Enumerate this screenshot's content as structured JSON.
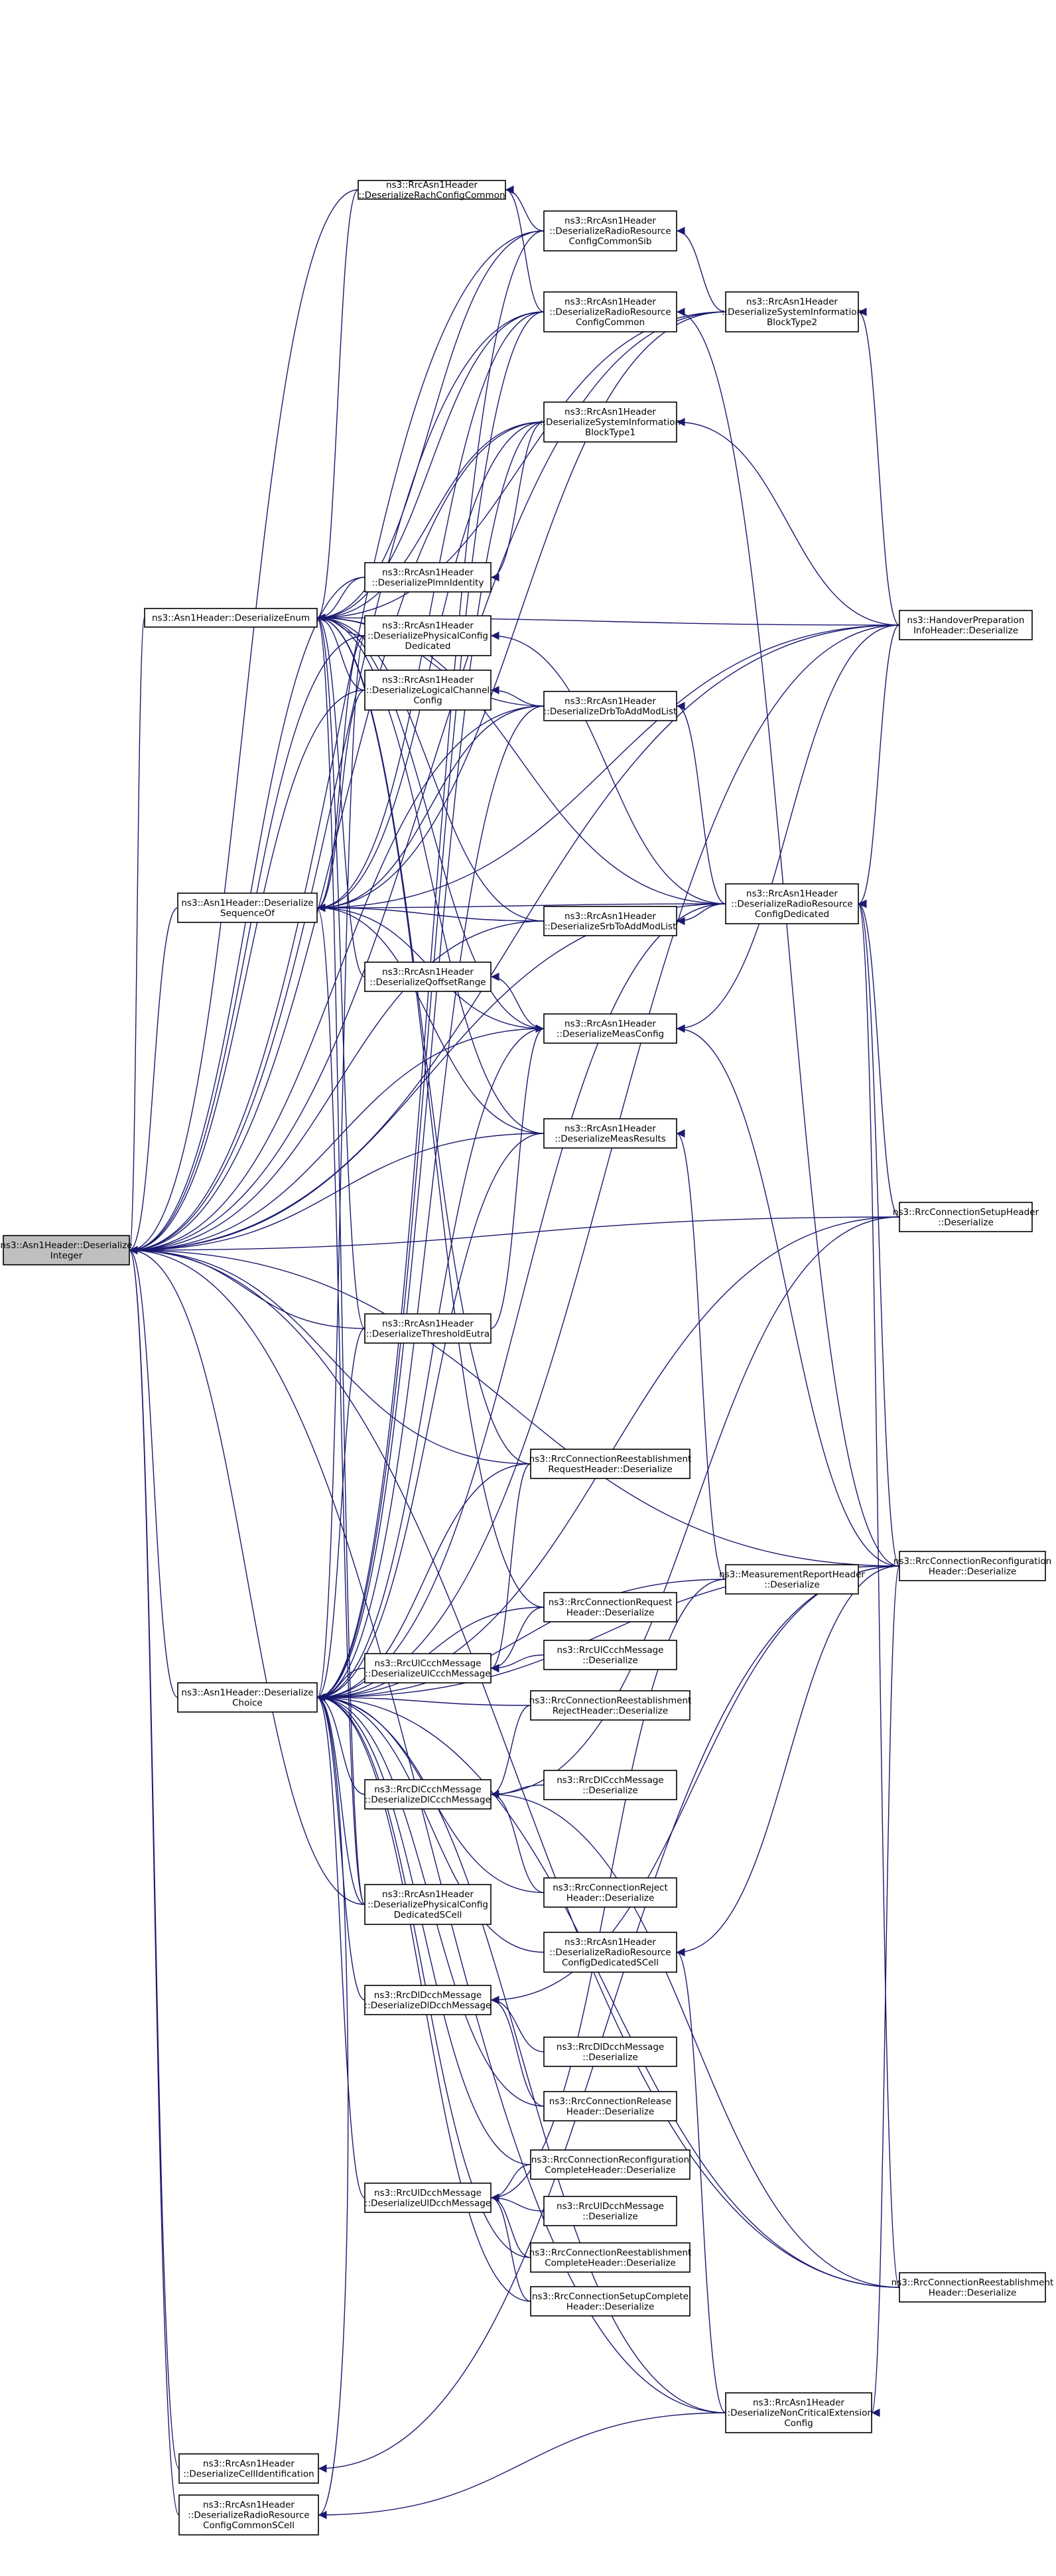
{
  "graph": {
    "type": "doxygen-caller-graph",
    "focus_node": "integer",
    "colors": {
      "edge": "#191970",
      "node_border": "#000000",
      "node_fill": "#ffffff",
      "focus_fill": "#bfbfbf"
    },
    "nodes": [
      {
        "id": "integer",
        "lines": [
          "ns3::Asn1Header::Deserialize",
          "Integer"
        ]
      },
      {
        "id": "enum",
        "lines": [
          "ns3::Asn1Header::DeserializeEnum"
        ]
      },
      {
        "id": "seqof",
        "lines": [
          "ns3::Asn1Header::Deserialize",
          "SequenceOf"
        ]
      },
      {
        "id": "choice",
        "lines": [
          "ns3::Asn1Header::Deserialize",
          "Choice"
        ]
      },
      {
        "id": "rach",
        "lines": [
          "ns3::RrcAsn1Header",
          "::DeserializeRachConfigCommon"
        ]
      },
      {
        "id": "rrccs",
        "lines": [
          "ns3::RrcAsn1Header",
          "::DeserializeRadioResource",
          "ConfigCommonSib"
        ]
      },
      {
        "id": "rrcc",
        "lines": [
          "ns3::RrcAsn1Header",
          "::DeserializeRadioResource",
          "ConfigCommon"
        ]
      },
      {
        "id": "sib2",
        "lines": [
          "ns3::RrcAsn1Header",
          "::DeserializeSystemInformation",
          "BlockType2"
        ]
      },
      {
        "id": "sib1",
        "lines": [
          "ns3::RrcAsn1Header",
          "::DeserializeSystemInformation",
          "BlockType1"
        ]
      },
      {
        "id": "plmn",
        "lines": [
          "ns3::RrcAsn1Header",
          "::DeserializePlmnIdentity"
        ]
      },
      {
        "id": "physd",
        "lines": [
          "ns3::RrcAsn1Header",
          "::DeserializePhysicalConfig",
          "Dedicated"
        ]
      },
      {
        "id": "logch",
        "lines": [
          "ns3::RrcAsn1Header",
          "::DeserializeLogicalChannel",
          "Config"
        ]
      },
      {
        "id": "drbadd",
        "lines": [
          "ns3::RrcAsn1Header",
          "::DeserializeDrbToAddModList"
        ]
      },
      {
        "id": "hoprep",
        "lines": [
          "ns3::HandoverPreparation",
          "InfoHeader::Deserialize"
        ]
      },
      {
        "id": "rrcded",
        "lines": [
          "ns3::RrcAsn1Header",
          "::DeserializeRadioResource",
          "ConfigDedicated"
        ]
      },
      {
        "id": "srbadd",
        "lines": [
          "ns3::RrcAsn1Header",
          "::DeserializeSrbToAddModList"
        ]
      },
      {
        "id": "qoff",
        "lines": [
          "ns3::RrcAsn1Header",
          "::DeserializeQoffsetRange"
        ]
      },
      {
        "id": "measconf",
        "lines": [
          "ns3::RrcAsn1Header",
          "::DeserializeMeasConfig"
        ]
      },
      {
        "id": "measres",
        "lines": [
          "ns3::RrcAsn1Header",
          "::DeserializeMeasResults"
        ]
      },
      {
        "id": "setup",
        "lines": [
          "ns3::RrcConnectionSetupHeader",
          "::Deserialize"
        ]
      },
      {
        "id": "thresh",
        "lines": [
          "ns3::RrcAsn1Header",
          "::DeserializeThresholdEutra"
        ]
      },
      {
        "id": "reestreq",
        "lines": [
          "ns3::RrcConnectionReestablishment",
          "RequestHeader::Deserialize"
        ]
      },
      {
        "id": "measrep",
        "lines": [
          "ns3::MeasurementReportHeader",
          "::Deserialize"
        ]
      },
      {
        "id": "reconf",
        "lines": [
          "ns3::RrcConnectionReconfiguration",
          "Header::Deserialize"
        ]
      },
      {
        "id": "connreq",
        "lines": [
          "ns3::RrcConnectionRequest",
          "Header::Deserialize"
        ]
      },
      {
        "id": "ulccchmsg",
        "lines": [
          "ns3::RrcUlCcchMessage",
          "::DeserializeUlCcchMessage"
        ]
      },
      {
        "id": "ulccchdes",
        "lines": [
          "ns3::RrcUlCcchMessage",
          "::Deserialize"
        ]
      },
      {
        "id": "reestrej",
        "lines": [
          "ns3::RrcConnectionReestablishment",
          "RejectHeader::Deserialize"
        ]
      },
      {
        "id": "dlccchmsg",
        "lines": [
          "ns3::RrcDlCcchMessage",
          "::DeserializeDlCcchMessage"
        ]
      },
      {
        "id": "dlccchdes",
        "lines": [
          "ns3::RrcDlCcchMessage",
          "::Deserialize"
        ]
      },
      {
        "id": "connrej",
        "lines": [
          "ns3::RrcConnectionReject",
          "Header::Deserialize"
        ]
      },
      {
        "id": "physscell",
        "lines": [
          "ns3::RrcAsn1Header",
          "::DeserializePhysicalConfig",
          "DedicatedSCell"
        ]
      },
      {
        "id": "rrcdscell",
        "lines": [
          "ns3::RrcAsn1Header",
          "::DeserializeRadioResource",
          "ConfigDedicatedSCell"
        ]
      },
      {
        "id": "dldcchmsg",
        "lines": [
          "ns3::RrcDlDcchMessage",
          "::DeserializeDlDcchMessage"
        ]
      },
      {
        "id": "dldcchdes",
        "lines": [
          "ns3::RrcDlDcchMessage",
          "::Deserialize"
        ]
      },
      {
        "id": "connrel",
        "lines": [
          "ns3::RrcConnectionRelease",
          "Header::Deserialize"
        ]
      },
      {
        "id": "reconfcomp",
        "lines": [
          "ns3::RrcConnectionReconfiguration",
          "CompleteHeader::Deserialize"
        ]
      },
      {
        "id": "uldcchmsg",
        "lines": [
          "ns3::RrcUlDcchMessage",
          "::DeserializeUlDcchMessage"
        ]
      },
      {
        "id": "uldcchdes",
        "lines": [
          "ns3::RrcUlDcchMessage",
          "::Deserialize"
        ]
      },
      {
        "id": "reestcomp",
        "lines": [
          "ns3::RrcConnectionReestablishment",
          "CompleteHeader::Deserialize"
        ]
      },
      {
        "id": "setupcomp",
        "lines": [
          "ns3::RrcConnectionSetupComplete",
          "Header::Deserialize"
        ]
      },
      {
        "id": "reest",
        "lines": [
          "ns3::RrcConnectionReestablishment",
          "Header::Deserialize"
        ]
      },
      {
        "id": "noncrit",
        "lines": [
          "ns3::RrcAsn1Header",
          "::DeserializeNonCriticalExtension",
          "Config"
        ]
      },
      {
        "id": "cellid",
        "lines": [
          "ns3::RrcAsn1Header",
          "::DeserializeCellIdentification"
        ]
      },
      {
        "id": "rrccscell",
        "lines": [
          "ns3::RrcAsn1Header",
          "::DeserializeRadioResource",
          "ConfigCommonSCell"
        ]
      }
    ],
    "edges": [
      [
        "enum",
        "integer"
      ],
      [
        "seqof",
        "integer"
      ],
      [
        "choice",
        "integer"
      ],
      [
        "rach",
        "integer"
      ],
      [
        "rrccs",
        "integer"
      ],
      [
        "rrcc",
        "integer"
      ],
      [
        "sib2",
        "integer"
      ],
      [
        "sib1",
        "integer"
      ],
      [
        "plmn",
        "integer"
      ],
      [
        "physd",
        "integer"
      ],
      [
        "logch",
        "integer"
      ],
      [
        "drbadd",
        "integer"
      ],
      [
        "hoprep",
        "integer"
      ],
      [
        "rrcded",
        "integer"
      ],
      [
        "srbadd",
        "integer"
      ],
      [
        "measconf",
        "integer"
      ],
      [
        "measres",
        "integer"
      ],
      [
        "setup",
        "integer"
      ],
      [
        "thresh",
        "integer"
      ],
      [
        "reestreq",
        "integer"
      ],
      [
        "reconf",
        "integer"
      ],
      [
        "physscell",
        "integer"
      ],
      [
        "reest",
        "integer"
      ],
      [
        "noncrit",
        "integer"
      ],
      [
        "cellid",
        "integer"
      ],
      [
        "rrccscell",
        "integer"
      ],
      [
        "rach",
        "enum"
      ],
      [
        "rrccs",
        "enum"
      ],
      [
        "rrcc",
        "enum"
      ],
      [
        "sib2",
        "enum"
      ],
      [
        "sib1",
        "enum"
      ],
      [
        "plmn",
        "enum"
      ],
      [
        "physd",
        "enum"
      ],
      [
        "logch",
        "enum"
      ],
      [
        "drbadd",
        "enum"
      ],
      [
        "rrcded",
        "enum"
      ],
      [
        "srbadd",
        "enum"
      ],
      [
        "qoff",
        "enum"
      ],
      [
        "measconf",
        "enum"
      ],
      [
        "measres",
        "enum"
      ],
      [
        "thresh",
        "enum"
      ],
      [
        "reestreq",
        "enum"
      ],
      [
        "connreq",
        "enum"
      ],
      [
        "physscell",
        "enum"
      ],
      [
        "hoprep",
        "enum"
      ],
      [
        "sib2",
        "seqof"
      ],
      [
        "sib1",
        "seqof"
      ],
      [
        "physd",
        "seqof"
      ],
      [
        "drbadd",
        "seqof"
      ],
      [
        "hoprep",
        "seqof"
      ],
      [
        "rrcded",
        "seqof"
      ],
      [
        "srbadd",
        "seqof"
      ],
      [
        "measconf",
        "seqof"
      ],
      [
        "measres",
        "seqof"
      ],
      [
        "physscell",
        "seqof"
      ],
      [
        "rrcc",
        "seqof"
      ],
      [
        "logch",
        "seqof"
      ],
      [
        "ulccchmsg",
        "choice"
      ],
      [
        "dlccchmsg",
        "choice"
      ],
      [
        "dldcchmsg",
        "choice"
      ],
      [
        "uldcchmsg",
        "choice"
      ],
      [
        "rrccs",
        "choice"
      ],
      [
        "rrcc",
        "choice"
      ],
      [
        "sib1",
        "choice"
      ],
      [
        "physd",
        "choice"
      ],
      [
        "drbadd",
        "choice"
      ],
      [
        "rrcded",
        "choice"
      ],
      [
        "measconf",
        "choice"
      ],
      [
        "measres",
        "choice"
      ],
      [
        "thresh",
        "choice"
      ],
      [
        "reestreq",
        "choice"
      ],
      [
        "measrep",
        "choice"
      ],
      [
        "reconf",
        "choice"
      ],
      [
        "connreq",
        "choice"
      ],
      [
        "reestrej",
        "choice"
      ],
      [
        "connrej",
        "choice"
      ],
      [
        "physscell",
        "choice"
      ],
      [
        "rrcdscell",
        "choice"
      ],
      [
        "connrel",
        "choice"
      ],
      [
        "reconfcomp",
        "choice"
      ],
      [
        "reestcomp",
        "choice"
      ],
      [
        "setupcomp",
        "choice"
      ],
      [
        "reest",
        "choice"
      ],
      [
        "noncrit",
        "choice"
      ],
      [
        "setup",
        "choice"
      ],
      [
        "hoprep",
        "choice"
      ],
      [
        "rrccscell",
        "choice"
      ],
      [
        "rrccs",
        "rach"
      ],
      [
        "rrcc",
        "rach"
      ],
      [
        "sib2",
        "rrccs"
      ],
      [
        "hoprep",
        "sib2"
      ],
      [
        "hoprep",
        "sib1"
      ],
      [
        "sib1",
        "plmn"
      ],
      [
        "rrcded",
        "physd"
      ],
      [
        "drbadd",
        "logch"
      ],
      [
        "rrcded",
        "drbadd"
      ],
      [
        "rrcded",
        "srbadd"
      ],
      [
        "measconf",
        "qoff"
      ],
      [
        "hoprep",
        "measconf"
      ],
      [
        "reconf",
        "measconf"
      ],
      [
        "measrep",
        "measres"
      ],
      [
        "setup",
        "rrcded"
      ],
      [
        "reconf",
        "rrcded"
      ],
      [
        "reest",
        "rrcded"
      ],
      [
        "hoprep",
        "rrcded"
      ],
      [
        "reconf",
        "rrcc"
      ],
      [
        "thresh",
        "measconf"
      ],
      [
        "reestreq",
        "ulccchmsg"
      ],
      [
        "connreq",
        "ulccchmsg"
      ],
      [
        "ulccchdes",
        "ulccchmsg"
      ],
      [
        "reestrej",
        "dlccchmsg"
      ],
      [
        "dlccchdes",
        "dlccchmsg"
      ],
      [
        "connrej",
        "dlccchmsg"
      ],
      [
        "setup",
        "dlccchmsg"
      ],
      [
        "reest",
        "dlccchmsg"
      ],
      [
        "connrel",
        "dldcchmsg"
      ],
      [
        "dldcchdes",
        "dldcchmsg"
      ],
      [
        "reconf",
        "dldcchmsg"
      ],
      [
        "reconfcomp",
        "uldcchmsg"
      ],
      [
        "uldcchdes",
        "uldcchmsg"
      ],
      [
        "reestcomp",
        "uldcchmsg"
      ],
      [
        "setupcomp",
        "uldcchmsg"
      ],
      [
        "measrep",
        "uldcchmsg"
      ],
      [
        "reconf",
        "rrcdscell"
      ],
      [
        "noncrit",
        "rrcdscell"
      ],
      [
        "reconf",
        "noncrit"
      ],
      [
        "reconf",
        "cellid"
      ],
      [
        "noncrit",
        "rrccscell"
      ]
    ]
  }
}
